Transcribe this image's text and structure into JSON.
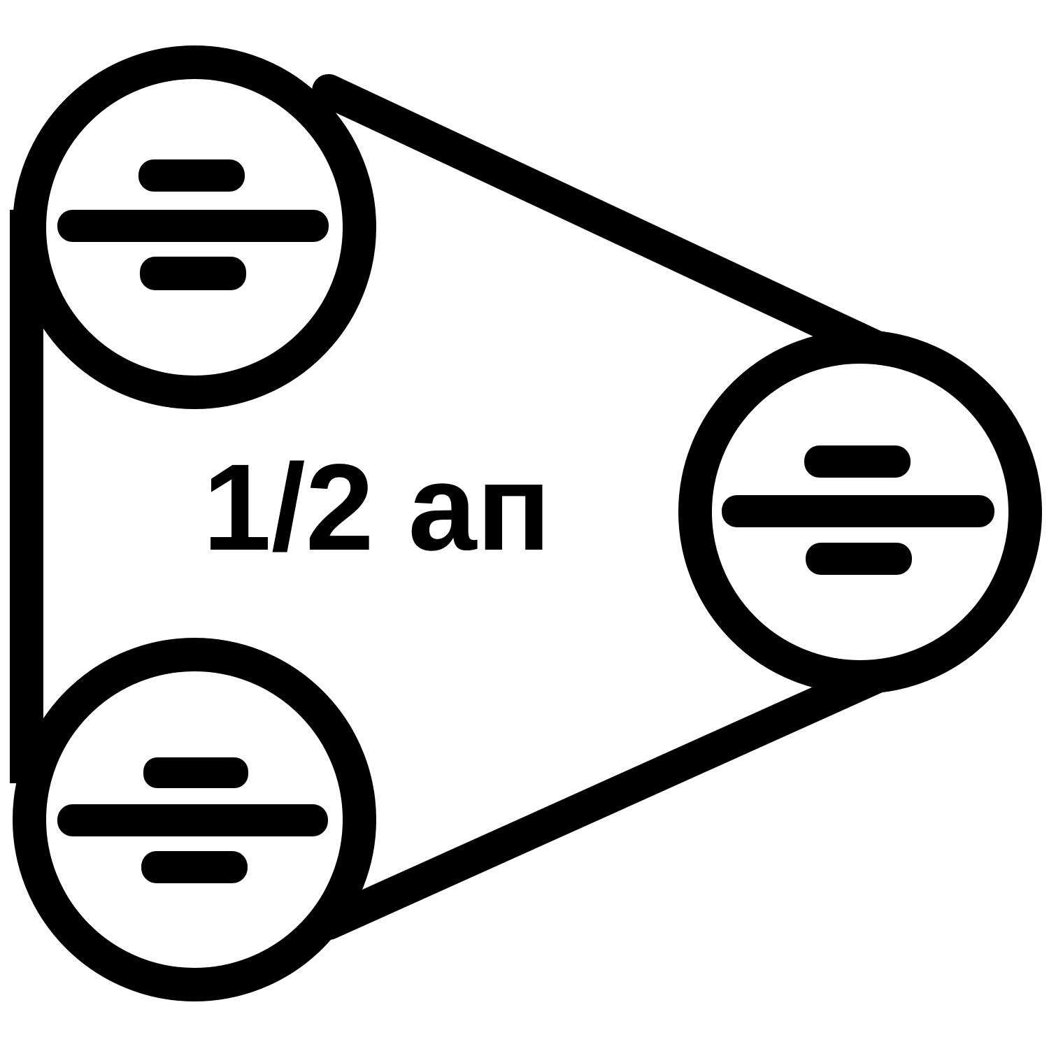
{
  "diagram": {
    "label": "1/2 ап",
    "colors": {
      "line": "#000000",
      "background": "#ffffff"
    },
    "pulleys": [
      {
        "name": "top-left-pulley",
        "symbol": "divide-icon"
      },
      {
        "name": "right-pulley",
        "symbol": "divide-icon"
      },
      {
        "name": "bottom-left-pulley",
        "symbol": "divide-icon"
      }
    ]
  }
}
